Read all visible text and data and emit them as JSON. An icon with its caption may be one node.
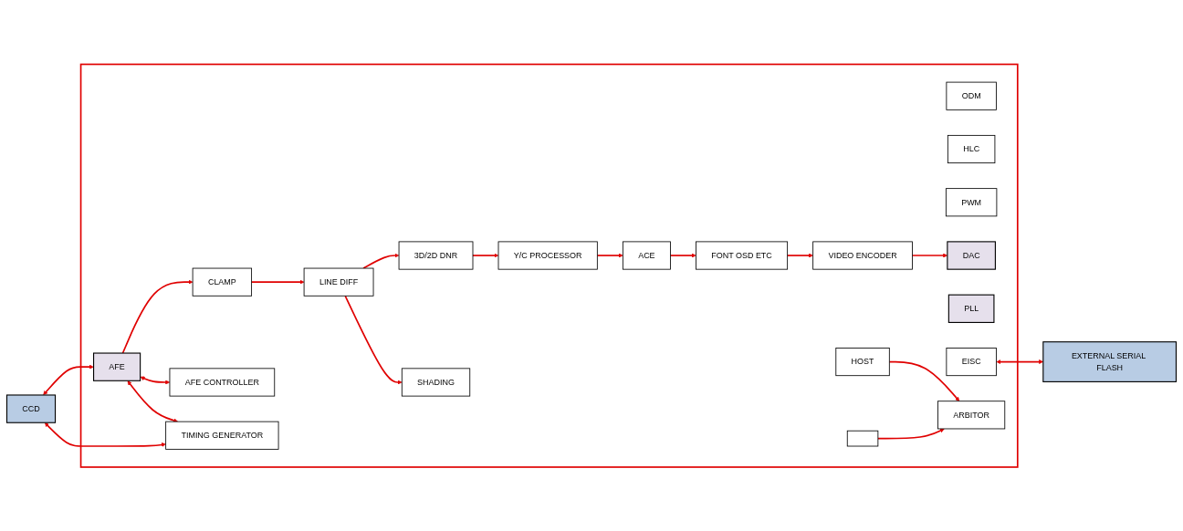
{
  "diagram": {
    "nodes": [
      {
        "text": [
          "CCD"
        ]
      },
      {
        "text": [],
        "shape": "box"
      },
      {
        "text": [
          "AFE"
        ],
        "in": 1
      },
      {
        "text": [
          "CLAMP"
        ],
        "in": 1
      },
      {
        "text": [
          "LINE DIFF"
        ],
        "in": 1
      },
      {
        "text": [
          "3D/2D DNR"
        ],
        "in": 1
      },
      {
        "text": [
          "Y/C PROCESSOR"
        ],
        "in": 1
      },
      {
        "text": [
          "ACE"
        ],
        "in": 1
      },
      {
        "text": [
          "FONT OSD ETC"
        ],
        "in": 1
      },
      {
        "text": [
          "AFE CONTROLLER"
        ],
        "in": 1
      },
      {
        "text": [
          "SHADING"
        ],
        "in": 1
      },
      {
        "text": [
          "ODM"
        ],
        "in": 1
      },
      {
        "text": [
          "HLC"
        ],
        "in": 1
      },
      {
        "text": [
          "PWM"
        ],
        "in": 1
      },
      {
        "text": [
          "VIDEO ENCODER"
        ],
        "in": 1
      },
      {
        "text": [
          "TIMING GENERATOR"
        ],
        "in": 1
      },
      {
        "text": [
          "HOST"
        ],
        "in": 1
      },
      {
        "text": [],
        "shape": "box",
        "in": 1
      },
      {
        "text": [
          "ARBITOR"
        ],
        "in": 1
      },
      {
        "text": [
          "PLL"
        ],
        "in": 1
      },
      {
        "text": [
          "EISC"
        ],
        "in": 1
      },
      {
        "text": [
          "DAC"
        ],
        "in": 1
      },
      {
        "text": [
          "EXTERNAL SERIAL FLASH"
        ]
      }
    ],
    "edges": [
      {
        "from": 0,
        "to": 2,
        "arrow": "both"
      },
      {
        "from": 0,
        "to": 15,
        "arrow": "both"
      },
      {
        "from": 2,
        "to": 3,
        "arrow": "to"
      },
      {
        "from": 3,
        "to": 4,
        "arrow": "to"
      },
      {
        "from": 4,
        "to": 5,
        "arrow": "to"
      },
      {
        "from": 5,
        "to": 6,
        "arrow": "to"
      },
      {
        "from": 6,
        "to": 7,
        "arrow": "to"
      },
      {
        "from": 7,
        "to": 8,
        "arrow": "to"
      },
      {
        "from": 4,
        "to": 10,
        "arrow": "to"
      },
      {
        "from": 8,
        "to": 14,
        "arrow": "to"
      },
      {
        "from": 14,
        "to": 21,
        "arrow": "to"
      },
      {
        "from": 2,
        "to": 9,
        "arrow": "both"
      },
      {
        "from": 2,
        "to": 15,
        "arrow": "both"
      },
      {
        "from": 16,
        "to": 18,
        "arrow": "to"
      },
      {
        "from": 17,
        "to": 18,
        "arrow": "to"
      },
      {
        "from": 20,
        "to": 22,
        "arrow": "both"
      }
    ]
  }
}
